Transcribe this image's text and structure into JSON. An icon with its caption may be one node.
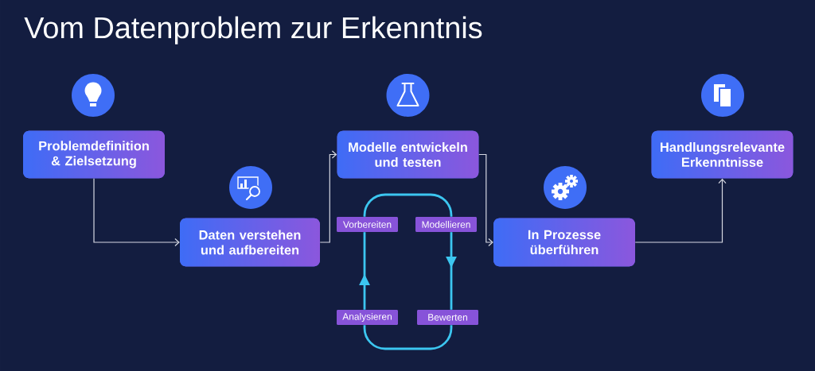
{
  "diagram": {
    "title": "Vom Datenproblem zur Erkenntnis",
    "nodes": [
      {
        "text": [
          "Problemdefinition & Zielsetzung"
        ]
      },
      {
        "text": [
          "Daten verstehen und aufbereiten"
        ]
      },
      {
        "text": [
          "Modelle entwickeln und testen"
        ]
      },
      {
        "text": [
          "In Prozesse überführen"
        ]
      },
      {
        "text": [
          "Handlungsrelevante Erkenntnisse"
        ]
      },
      {
        "text": [
          "Vorbereiten"
        ]
      },
      {
        "text": [
          "Modellieren"
        ]
      },
      {
        "text": [
          "Analysieren"
        ]
      },
      {
        "text": [
          "Bewerten"
        ]
      }
    ],
    "edges": [
      {
        "from": 0,
        "to": 1,
        "arrow": "to"
      },
      {
        "from": 1,
        "to": 2,
        "arrow": "to"
      },
      {
        "from": 2,
        "to": 3,
        "arrow": "to"
      },
      {
        "from": 3,
        "to": 4,
        "arrow": "to"
      },
      {
        "from": 5,
        "to": 6,
        "arrow": "none",
        "style": "thick",
        "color": "#3cc6f0"
      },
      {
        "from": 6,
        "to": 8,
        "arrow": "to",
        "style": "thick",
        "color": "#3cc6f0"
      },
      {
        "from": 8,
        "to": 7,
        "arrow": "none",
        "style": "thick",
        "color": "#3cc6f0"
      },
      {
        "from": 7,
        "to": 5,
        "arrow": "to",
        "style": "thick",
        "color": "#3cc6f0"
      }
    ]
  }
}
